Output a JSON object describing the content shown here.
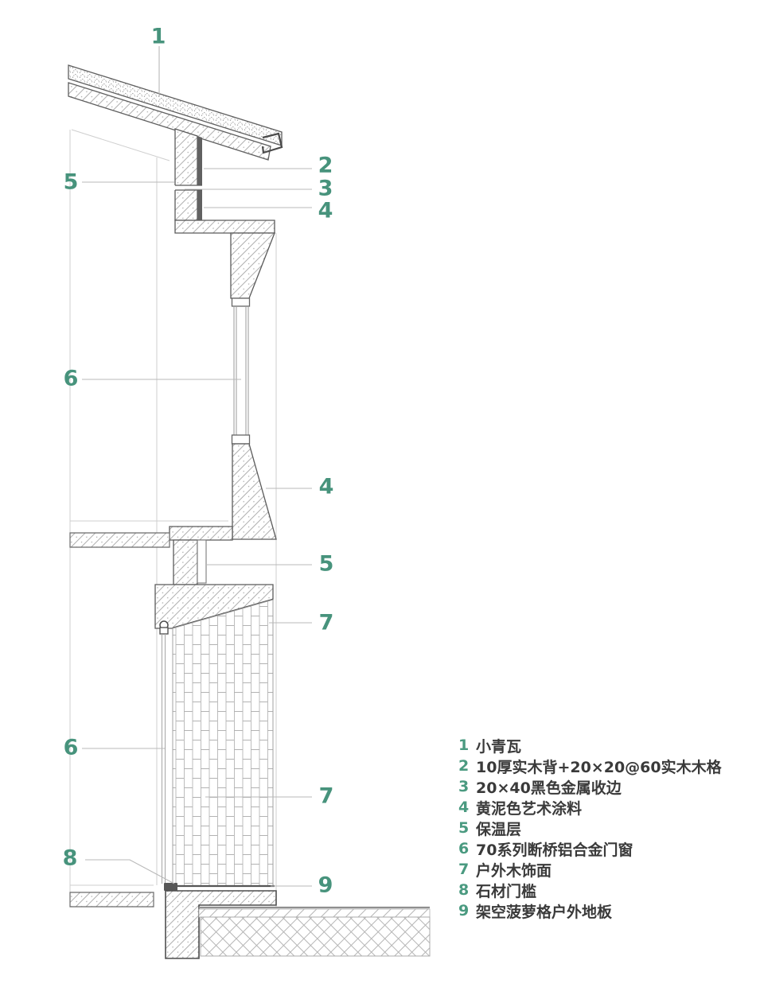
{
  "title": "wall-section-construction-detail",
  "colors": {
    "accent_green": "#47937c",
    "legend_text": "#3a3a3a",
    "outline_dark": "#555555",
    "hatch_gray": "#ababab",
    "leader_gray": "#b8b8b8",
    "reference_gray": "#cfcfcf"
  },
  "callouts": [
    "1",
    "5",
    "2",
    "3",
    "4",
    "6",
    "4",
    "5",
    "7",
    "6",
    "7",
    "8",
    "9"
  ],
  "legend": {
    "items": [
      {
        "num": "1",
        "label": "小青瓦"
      },
      {
        "num": "2",
        "label": "10厚实木背+20×20@60实木木格"
      },
      {
        "num": "3",
        "label": "20×40黑色金属收边"
      },
      {
        "num": "4",
        "label": "黄泥色艺术涂料"
      },
      {
        "num": "5",
        "label": "保温层"
      },
      {
        "num": "6",
        "label": "70系列断桥铝合金门窗"
      },
      {
        "num": "7",
        "label": "户外木饰面"
      },
      {
        "num": "8",
        "label": "石材门槛"
      },
      {
        "num": "9",
        "label": "架空菠萝格户外地板"
      }
    ]
  }
}
